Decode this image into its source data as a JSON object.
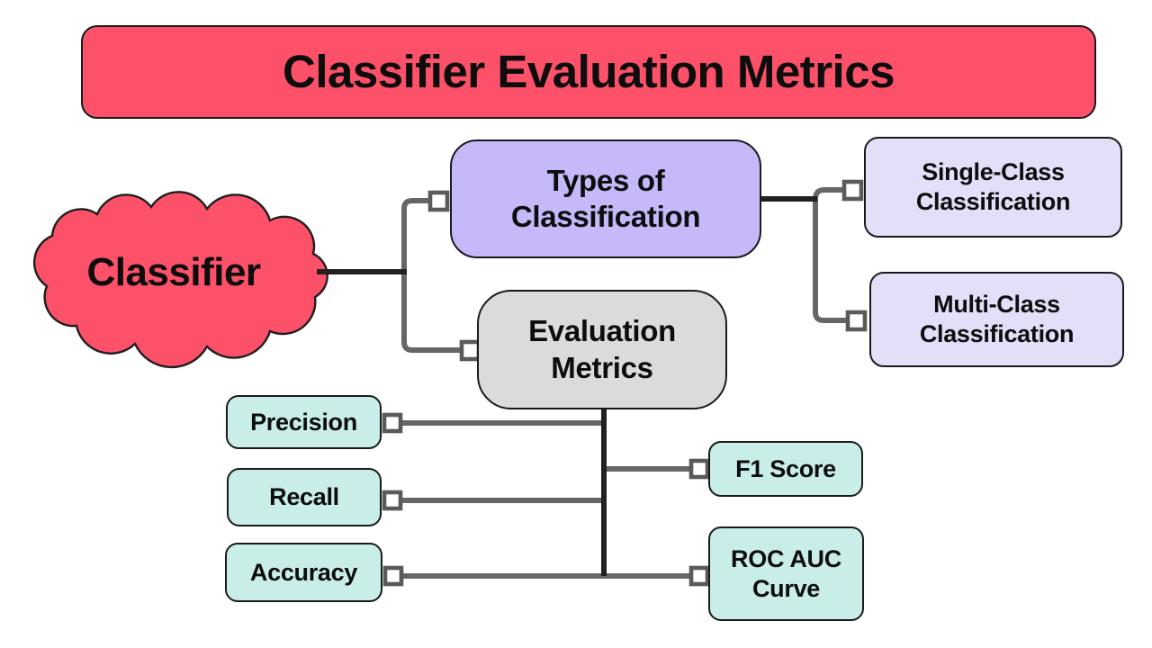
{
  "title": {
    "text": "Classifier Evaluation Metrics"
  },
  "root": {
    "label": "Classifier"
  },
  "nodes": {
    "types": {
      "label": "Types of Classification"
    },
    "single": {
      "label": "Single-Class Classification"
    },
    "multi": {
      "label": "Multi-Class Classification"
    },
    "eval": {
      "label": "Evaluation Metrics"
    },
    "precision": {
      "label": "Precision"
    },
    "recall": {
      "label": "Recall"
    },
    "accuracy": {
      "label": "Accuracy"
    },
    "f1": {
      "label": "F1 Score"
    },
    "roc": {
      "label": "ROC AUC Curve"
    }
  },
  "colors": {
    "red": "#fc5168",
    "purple": "#c7b8fa",
    "lavender": "#e4def8",
    "gray-box": "#dbdbdb",
    "mint": "#c9ede8",
    "line-black": "#212121",
    "line-gray": "#666666",
    "sq-border": "#5a5a5a",
    "box-border": "#1a1a1a"
  }
}
